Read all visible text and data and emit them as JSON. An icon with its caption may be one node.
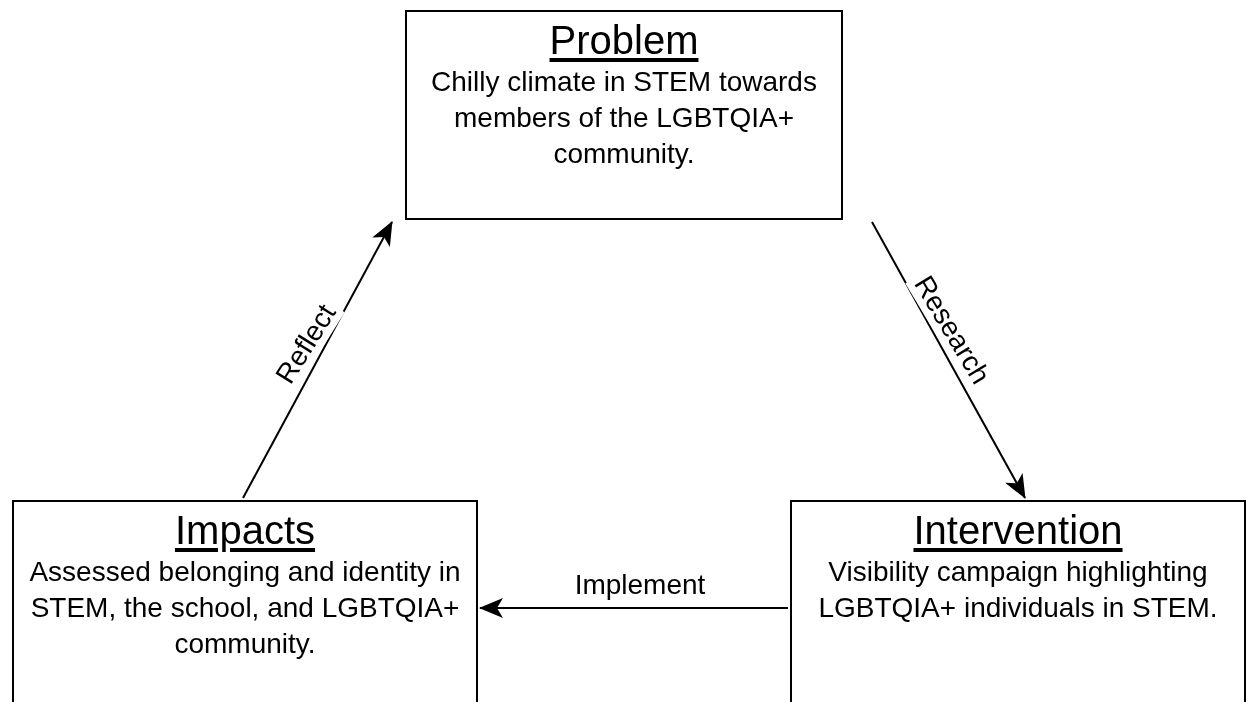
{
  "diagram": {
    "nodes": [
      {
        "text": [
          "Problem",
          "Chilly climate in STEM towards members of the LGBTQIA+ community."
        ]
      },
      {
        "text": [
          "Impacts",
          "Assessed belonging and identity in STEM, the school, and LGBTQIA+ community."
        ]
      },
      {
        "text": [
          "Intervention",
          "Visibility campaign highlighting LGBTQIA+ individuals in STEM."
        ]
      }
    ],
    "edges": [
      {
        "from": 0,
        "to": 2,
        "arrow": "to",
        "label": "Research"
      },
      {
        "from": 2,
        "to": 1,
        "arrow": "to",
        "label": "Implement"
      },
      {
        "from": 1,
        "to": 0,
        "arrow": "to",
        "label": "Reflect"
      }
    ]
  }
}
